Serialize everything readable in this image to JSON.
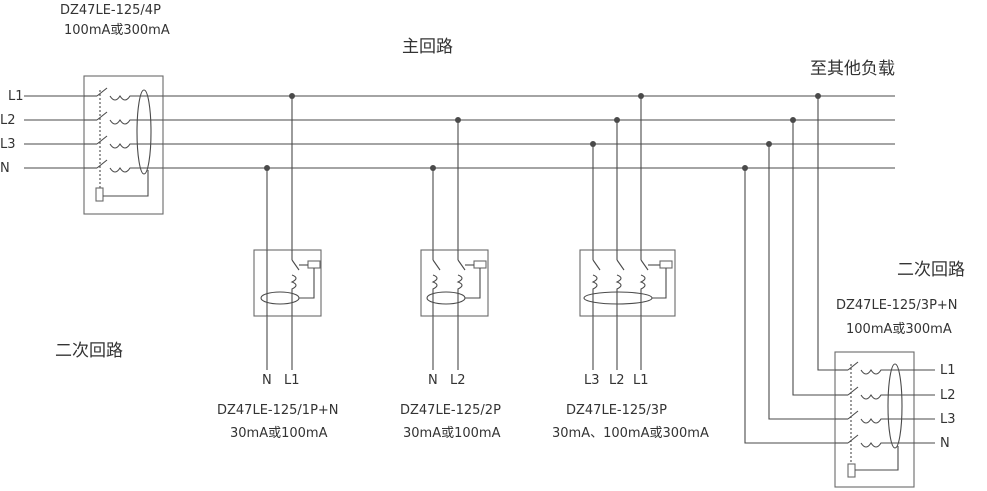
{
  "labels": {
    "main_breaker_model": "DZ47LE-125/4P",
    "main_breaker_current": "100mA或300mA",
    "main_circuit": "主回路",
    "to_other_loads": "至其他负载",
    "secondary_circuit_left": "二次回路",
    "secondary_circuit_right": "二次回路",
    "right_breaker_model": "DZ47LE-125/3P+N",
    "right_breaker_current": "100mA或300mA",
    "bus_lines": [
      "L1",
      "L2",
      "L3",
      "N"
    ],
    "right_outputs": [
      "L1",
      "L2",
      "L3",
      "N"
    ],
    "breaker1_terminals": [
      "N",
      "L1"
    ],
    "breaker1_model": "DZ47LE-125/1P+N",
    "breaker1_current": "30mA或100mA",
    "breaker2_terminals": [
      "N",
      "L2"
    ],
    "breaker2_model": "DZ47LE-125/2P",
    "breaker2_current": "30mA或100mA",
    "breaker3_terminals": [
      "L3",
      "L2",
      "L1"
    ],
    "breaker3_model": "DZ47LE-125/3P",
    "breaker3_current": "30mA、100mA或300mA"
  },
  "colors": {
    "line": "#4a4a4a",
    "text": "#333333",
    "background": "#ffffff"
  }
}
